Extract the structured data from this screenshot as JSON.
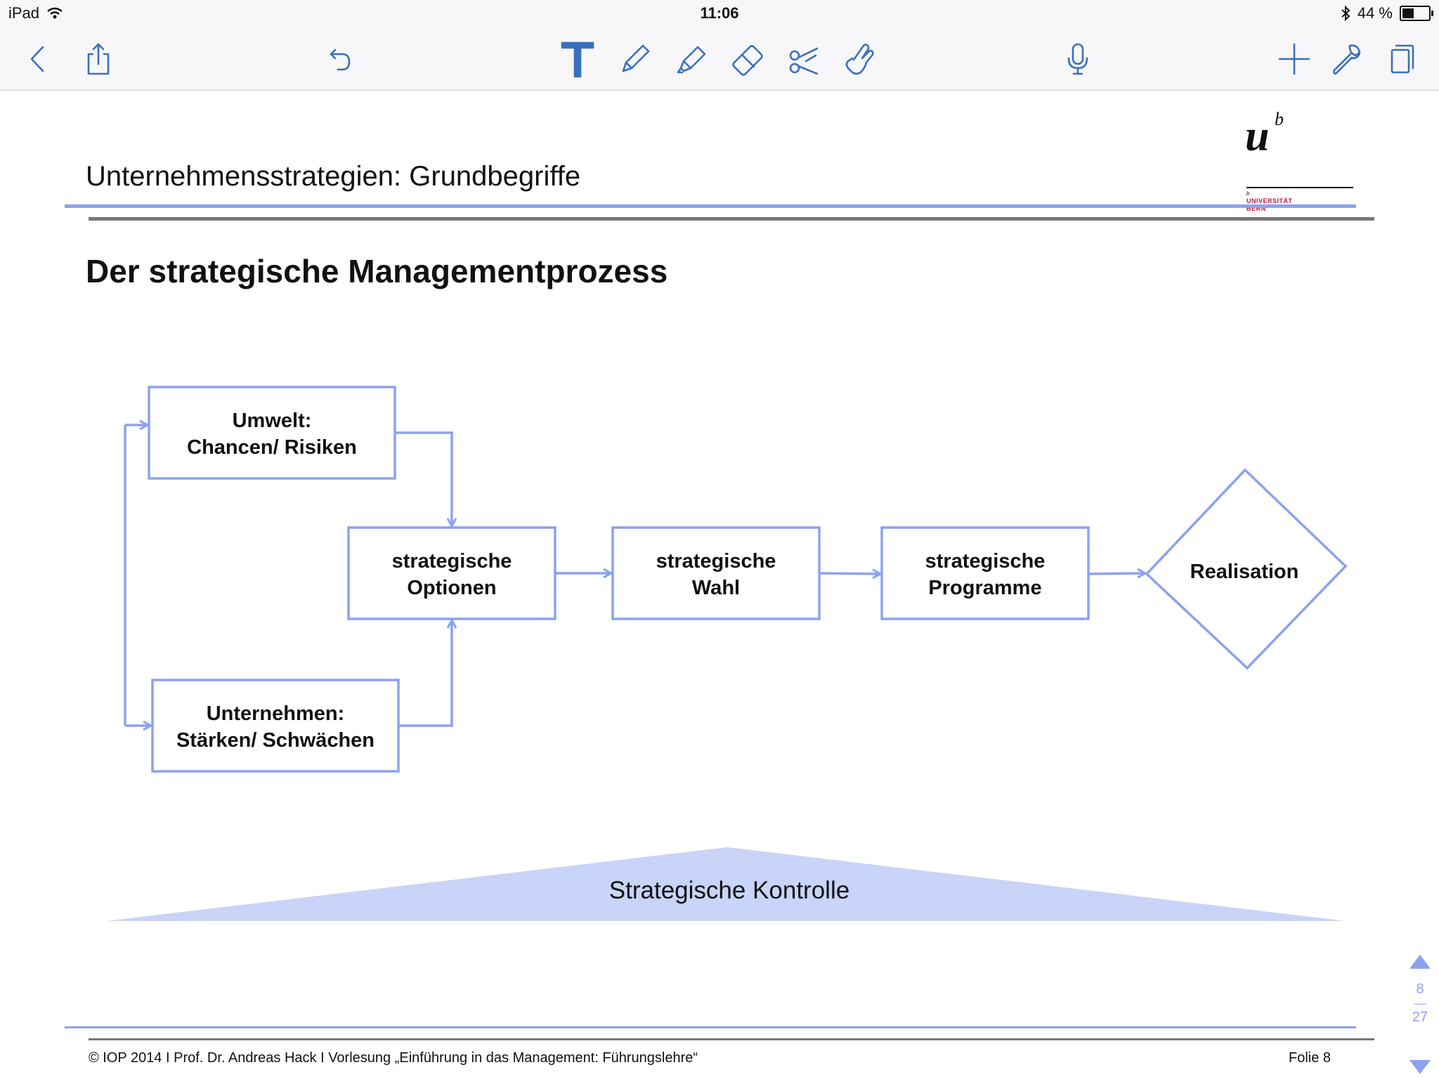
{
  "status_bar": {
    "device": "iPad",
    "time": "11:06",
    "battery": "44 %",
    "icons": [
      "wifi-icon",
      "bluetooth-icon",
      "battery-icon"
    ]
  },
  "toolbar": {
    "accent_color": "#3a6fbf",
    "left": [
      "back-chevron-icon",
      "share-icon",
      "undo-icon"
    ],
    "center": [
      "text-tool-icon",
      "pen-tool-icon",
      "highlighter-tool-icon",
      "eraser-tool-icon",
      "scissors-tool-icon",
      "hand-pointer-tool-icon"
    ],
    "right": [
      "microphone-icon",
      "add-icon",
      "wrench-icon",
      "pages-icon"
    ]
  },
  "slide": {
    "header_title": "Unternehmensstrategien: Grundbegriffe",
    "heading": "Der strategische Managementprozess",
    "logo": {
      "letter_u": "u",
      "letter_b": "b",
      "small_b": "b",
      "line1": "UNIVERSITÄT",
      "line2": "BERN"
    },
    "boxes": {
      "umwelt": {
        "line1": "Umwelt:",
        "line2": "Chancen/ Risiken"
      },
      "unternehmen": {
        "line1": "Unternehmen:",
        "line2": "Stärken/ Schwächen"
      },
      "optionen": {
        "line1": "strategische",
        "line2": "Optionen"
      },
      "wahl": {
        "line1": "strategische",
        "line2": "Wahl"
      },
      "programme": {
        "line1": "strategische",
        "line2": "Programme"
      },
      "realisation": "Realisation"
    },
    "control_label": "Strategische Kontrolle",
    "diagram_color": "#8aa2ef",
    "control_fill": "#c8d4f8"
  },
  "footer": {
    "text": "© IOP 2014 I Prof. Dr. Andreas Hack I Vorlesung „Einführung in das Management: Führungslehre“",
    "slide_number": "Folie 8"
  },
  "page_nav": {
    "current": "8",
    "total": "27"
  }
}
